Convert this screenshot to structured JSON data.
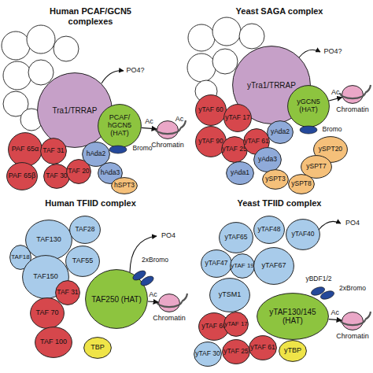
{
  "diagram": {
    "nodes": [
      {
        "text": [
          "Tra1/TRRAP"
        ]
      },
      {
        "text": [
          "PAF 65α"
        ]
      },
      {
        "text": [
          "PAF 65β"
        ]
      },
      {
        "text": [
          "TAF 31"
        ]
      },
      {
        "text": [
          "TAF 30"
        ]
      },
      {
        "text": [
          "TAF 20"
        ]
      },
      {
        "text": [
          "PCAF/ hGCN5 (HAT)"
        ]
      },
      {
        "text": [
          "hAda2"
        ]
      },
      {
        "text": [
          "hAda3"
        ]
      },
      {
        "text": [
          "hSPT3"
        ]
      },
      {
        "text": [
          "Chromatin"
        ]
      },
      {
        "text": [
          "yTra1/TRRAP"
        ]
      },
      {
        "text": [
          "yTAF 60"
        ]
      },
      {
        "text": [
          "yTAF 17"
        ]
      },
      {
        "text": [
          "yTAF 90"
        ]
      },
      {
        "text": [
          "yTAF 25"
        ]
      },
      {
        "text": [
          "yTAF 61"
        ]
      },
      {
        "text": [
          "yGCN5 (HAT)"
        ]
      },
      {
        "text": [
          "yAda2"
        ]
      },
      {
        "text": [
          "yAda1"
        ]
      },
      {
        "text": [
          "yAda3"
        ]
      },
      {
        "text": [
          "ySPT20"
        ]
      },
      {
        "text": [
          "ySPT7"
        ]
      },
      {
        "text": [
          "ySPT3"
        ]
      },
      {
        "text": [
          "ySPT8"
        ]
      },
      {
        "text": [
          "Chromatin"
        ]
      },
      {
        "text": [
          "TAF130"
        ]
      },
      {
        "text": [
          "TAF28"
        ]
      },
      {
        "text": [
          "TAF18"
        ]
      },
      {
        "text": [
          "TAF55"
        ]
      },
      {
        "text": [
          "TAF150"
        ]
      },
      {
        "text": [
          "TAF250 (HAT)"
        ]
      },
      {
        "text": [
          "TAF 31"
        ]
      },
      {
        "text": [
          "TAF 70"
        ]
      },
      {
        "text": [
          "TAF 100"
        ]
      },
      {
        "text": [
          "TBP"
        ]
      },
      {
        "text": [
          "Chromatin"
        ]
      },
      {
        "text": [
          "yTAF65"
        ]
      },
      {
        "text": [
          "yTAF48"
        ]
      },
      {
        "text": [
          "yTAF40"
        ]
      },
      {
        "text": [
          "yTAF47"
        ]
      },
      {
        "text": [
          "yTAF 19"
        ]
      },
      {
        "text": [
          "yTSM1"
        ]
      },
      {
        "text": [
          "yTAF67"
        ]
      },
      {
        "text": [
          "yTAF130/145 (HAT)"
        ]
      },
      {
        "text": [
          "yTAF 60"
        ]
      },
      {
        "text": [
          "yTAF 17"
        ]
      },
      {
        "text": [
          "yTAF 25"
        ]
      },
      {
        "text": [
          "yTAF 61"
        ]
      },
      {
        "text": [
          "yTAF 30"
        ]
      },
      {
        "text": [
          "yTBP"
        ]
      },
      {
        "text": [
          "Chromatin"
        ]
      }
    ],
    "edges": [
      {
        "from": 6,
        "to": 10,
        "label": "Ac",
        "arrow": "to"
      },
      {
        "from": 17,
        "to": 25,
        "label": "Ac",
        "arrow": "to"
      },
      {
        "from": 31,
        "to": 36,
        "label": "Ac",
        "arrow": "to"
      },
      {
        "from": 44,
        "to": 51,
        "label": "Ac",
        "arrow": "to"
      }
    ],
    "labels": [
      "Human PCAF/GCN5 complexes",
      "PO4?",
      "Bromo",
      "Ac",
      "Yeast SAGA complex",
      "PO4?",
      "Bromo",
      "Human TFIID complex",
      "PO4",
      "2xBromo",
      "Yeast TFIID complex",
      "PO4",
      "yBDF1/2",
      "2xBromo"
    ]
  }
}
